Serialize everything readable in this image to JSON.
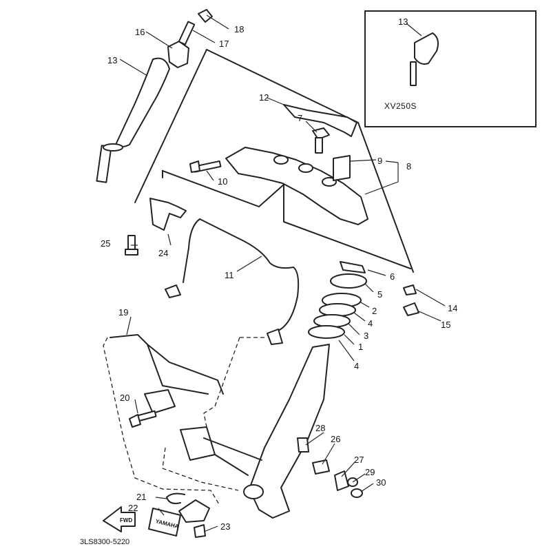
{
  "figure": {
    "catalog_code": "3LS8300-5220",
    "inset_label": "XV250S",
    "callouts": {
      "c1": "1",
      "c2": "2",
      "c3": "3",
      "c4a": "4",
      "c4b": "4",
      "c5": "5",
      "c6": "6",
      "c7": "7",
      "c8": "8",
      "c9": "9",
      "c10": "10",
      "c11": "11",
      "c12": "12",
      "c13": "13",
      "c13i": "13",
      "c14": "14",
      "c15": "15",
      "c16": "16",
      "c17": "17",
      "c18": "18",
      "c19": "19",
      "c20": "20",
      "c21": "21",
      "c22": "22",
      "c23": "23",
      "c24": "24",
      "c25": "25",
      "c26": "26",
      "c27": "27",
      "c28": "28",
      "c29": "29",
      "c30": "30"
    },
    "emblems": {
      "fwd": "FWD",
      "yamaha": "YAMAHA"
    }
  }
}
